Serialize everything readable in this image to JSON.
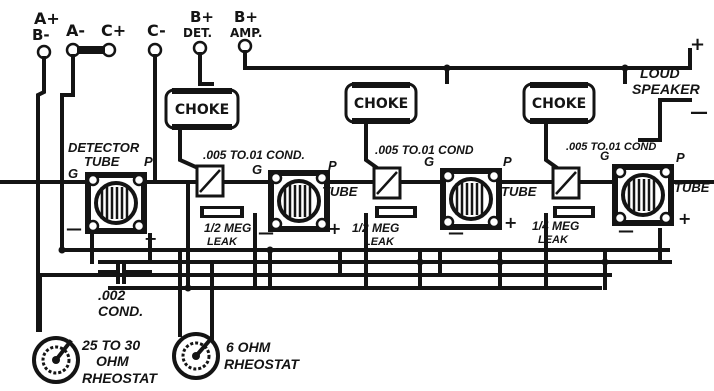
{
  "terminals": {
    "a_plus": "A+",
    "b_minus": "B-",
    "a_minus": "A-",
    "c_plus": "C+",
    "c_minus": "C-",
    "b_plus_det_top": "B+",
    "b_plus_det_bottom": "DET.",
    "b_plus_amp_top": "B+",
    "b_plus_amp_bottom": "AMP."
  },
  "loud_speaker": {
    "line1": "LOUD",
    "line2": "SPEAKER",
    "plus": "+",
    "minus": "—"
  },
  "chokes": [
    "CHOKE",
    "CHOKE",
    "CHOKE"
  ],
  "condensers": [
    ".005 TO.01 COND.",
    ".005 TO.01 COND",
    ".005 TO.01 COND"
  ],
  "leaks": [
    {
      "value": "1/2 MEG",
      "label": "LEAK"
    },
    {
      "value": "1/2 MEG",
      "label": "LEAK"
    },
    {
      "value": "1/4 MEG",
      "label": "LEAK"
    }
  ],
  "detector": {
    "line1": "DETECTOR",
    "line2": "TUBE",
    "grid": "G",
    "plate": "P",
    "minus": "—",
    "plus": "+"
  },
  "tubes": [
    {
      "name": "TUBE",
      "grid": "G",
      "plate": "P",
      "minus": "—",
      "plus": "+"
    },
    {
      "name": "TUBE",
      "grid": "G",
      "plate": "P",
      "minus": "—",
      "plus": "+"
    },
    {
      "name": "TUBE",
      "grid": "G",
      "plate": "P",
      "minus": "—",
      "plus": "+"
    }
  ],
  "bypass_cond": {
    "line1": ".002",
    "line2": "COND."
  },
  "rheostats": [
    {
      "line1": "25 TO 30",
      "line2": "OHM",
      "line3": "RHEOSTAT"
    },
    {
      "line1": "6 OHM",
      "line2": "RHEOSTAT"
    }
  ]
}
